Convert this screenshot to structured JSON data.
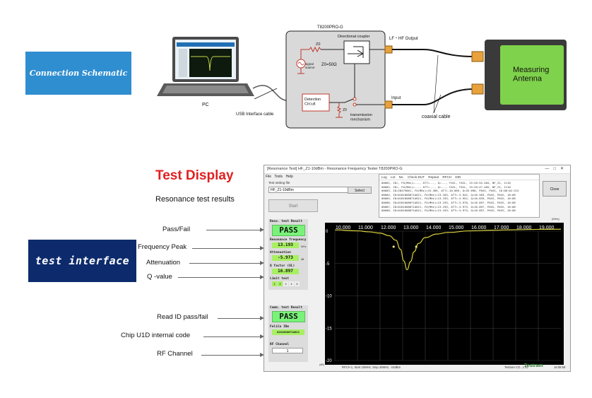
{
  "schematic": {
    "section_label": "Connection Schematic",
    "device_title": "T8200PRO-G",
    "directional_coupler": "Directional coupler",
    "lf_hf_output": "LF・HF Output",
    "input": "Input",
    "coaxial_cable": "coaxial cable",
    "usb_cable": "USB Interface cable",
    "pc_label": "PC",
    "signal_source": "signal\nsource",
    "z0_label": "Z0",
    "z0_equation": "Z0=50Ω",
    "zr_label": "Z0",
    "detection_circuit": "Detection\nCircuit",
    "transmission_mechanism": "transmission\nmechanism",
    "measuring_antenna": "Measuring\nAntenna"
  },
  "test_display": {
    "title": "Test Display",
    "subtitle": "Resonance test results",
    "section_label": "test interface",
    "annotations": [
      "Pass/Fail",
      "Frequency Peak",
      "Attenuation",
      "Q -value",
      "Read ID pass/fail",
      "Chip U1D internal code",
      "RF Channel"
    ]
  },
  "software": {
    "window_title": "[Resonance Test] HF_Z1-10dBm - Resonance Frequency Tester T8200PRO-G",
    "menu": [
      "File",
      "Tools",
      "Help"
    ],
    "setting_file_label": "Test setting file",
    "setting_file_value": "HF_Z1-10dBm",
    "select_button": "Select",
    "start_button": "Start",
    "close_button": "Close",
    "log_tabs": [
      "Log",
      "Lot No.",
      "Check-DUT",
      "Repeat",
      "RFCH",
      "DID"
    ],
    "log_lines": [
      "00001, ID=, FO(MHz)=---, ATT=---, Q=---, FAIL, FAIL, 15:20:54.484, NF_Z1, 1110",
      "00002, ID=, FO(MHz)=---, ATT=---, Q=---, FAIL, FAIL, 15:20:47.405, NF_Z1, 1110",
      "00003, ID=28475861, FO(MHz)=15.305, ATT=-10.869, Q=45.698, PASS, PASS, 16:08:02:312",
      "00004, ID=0181008671A621, FO(MHz)=13.183, ATT=-5.942, Q=16.583, PASS, PASS, 16:08",
      "00005, ID=0181008671A621, FO(MHz)=13.193, ATT=-5.952, Q=16.839, PASS, PASS, 16:08",
      "00006, ID=0181008671A621, FO(MHz)=13.193, ATT=-5.970, Q=16.897, PASS, PASS, 16:08",
      "00007, ID=0181008671A621, FO(MHz)=13.193, ATT=-5.973, Q=16.897, PASS, PASS, 16:08",
      "00008, ID=0181008671A621, FO(MHz)=13.193, ATT=-5.973, Q=16.897, PASS, PASS, 16:08"
    ],
    "reso_title": "Reso. test Result",
    "reso_result": "PASS",
    "freq_title": "Resonance frequency",
    "freq_value": "13.193",
    "freq_unit": "MHz",
    "att_title": "Attenuation",
    "att_value": "-5.973",
    "att_unit": "dB",
    "q_title": "Q factor (UL)",
    "q_value": "16.897",
    "limit_title": "Limit test",
    "limit_cells": [
      "1",
      "2",
      "3",
      "4",
      "5"
    ],
    "comm_title": "Comm. test Result",
    "comm_result": "PASS",
    "felica_title": "FeliCa IDm",
    "felica_value": "0181008671A621",
    "rf_title": "RF Channel",
    "rf_value": "1",
    "unit_mhz": "(MHz)",
    "unit_db": "(dB)",
    "status_text": "RFCH 1, Start 10MHz, Stop 20MHz, -10dBm",
    "company": "Testram CO., LTD.",
    "brand": "Testram",
    "time": "16:08:59"
  },
  "chart_data": {
    "type": "line",
    "x_ticks": [
      "10.000",
      "11.000",
      "12.000",
      "13.000",
      "14.000",
      "15.000",
      "16.000",
      "17.000",
      "18.000",
      "19.000"
    ],
    "y_ticks": [
      "0",
      "-5",
      "-10",
      "-15",
      "-20"
    ],
    "xlim": [
      10,
      20
    ],
    "ylim": [
      -20,
      0
    ],
    "series": [
      {
        "x": [
          10,
          11,
          11.5,
          12,
          12.4,
          12.7,
          12.9,
          13.05,
          13.193,
          13.35,
          13.5,
          13.7,
          14,
          14.5,
          15,
          16,
          17,
          18,
          19,
          20
        ],
        "values": [
          0.2,
          0.05,
          -0.1,
          -0.3,
          -0.7,
          -1.4,
          -2.8,
          -4.6,
          -5.97,
          -4.7,
          -3.2,
          -1.9,
          -1.0,
          -0.45,
          -0.2,
          0.05,
          0.15,
          0.22,
          0.28,
          0.3
        ]
      }
    ],
    "markers": [
      {
        "x": 12.6,
        "y": -2.4
      },
      {
        "x": 13.6,
        "y": -2.4
      }
    ],
    "colors": {
      "background": "#000000",
      "trace": "#d8cf3a",
      "grid": "#3c3c3c"
    }
  }
}
